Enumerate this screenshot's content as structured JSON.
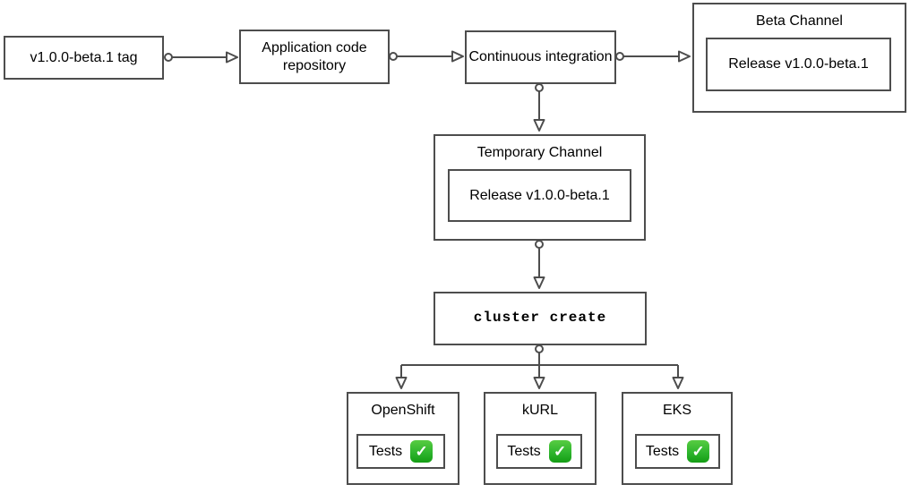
{
  "colors": {
    "stroke": "#4d4d4d",
    "text": "#000000",
    "check_green": "#2eb52e"
  },
  "nodes": {
    "tag": {
      "label": "v1.0.0-beta.1 tag"
    },
    "repo": {
      "label": "Application code repository"
    },
    "ci": {
      "label": "Continuous integration"
    },
    "beta_channel": {
      "title": "Beta Channel",
      "release": "Release v1.0.0-beta.1"
    },
    "temp_channel": {
      "title": "Temporary Channel",
      "release": "Release v1.0.0-beta.1"
    },
    "cluster_create": {
      "label": "cluster create"
    }
  },
  "clusters": [
    {
      "title": "OpenShift",
      "tests_label": "Tests"
    },
    {
      "title": "kURL",
      "tests_label": "Tests"
    },
    {
      "title": "EKS",
      "tests_label": "Tests"
    }
  ],
  "icons": {
    "check_glyph": "✓"
  }
}
